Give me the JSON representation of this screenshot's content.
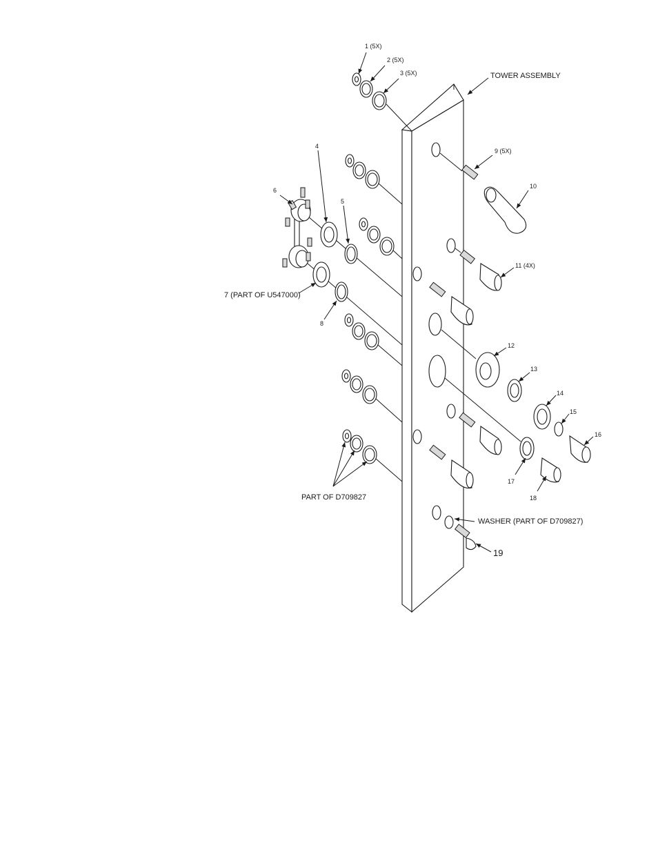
{
  "labels": {
    "l1": "1 (5X)",
    "l2": "2 (5X)",
    "l3": "3 (5X)",
    "tower": "TOWER ASSEMBLY",
    "l4": "4",
    "l5": "5",
    "l6": "6",
    "l7": "7 (PART OF U547000)",
    "l8": "8",
    "l9": "9 (5X)",
    "l10": "10",
    "l11": "11 (4X)",
    "l12": "12",
    "l13": "13",
    "l14": "14",
    "l15": "15",
    "l16": "16",
    "l17": "17",
    "l18": "18",
    "l19": "19",
    "washer": "WASHER (PART OF D709827)",
    "partof": "PART OF D709827"
  }
}
